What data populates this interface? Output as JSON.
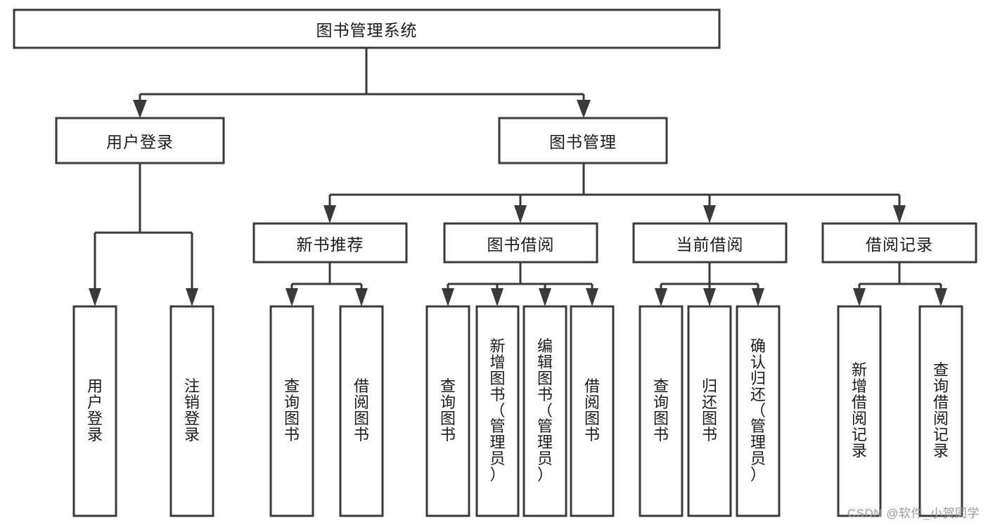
{
  "diagram": {
    "title": "图书管理系统",
    "type": "hierarchy-tree",
    "root": {
      "id": "root",
      "label": "图书管理系统",
      "orientation": "horizontal"
    },
    "level2": [
      {
        "id": "user-login",
        "label": "用户登录",
        "orientation": "horizontal"
      },
      {
        "id": "book-management",
        "label": "图书管理",
        "orientation": "horizontal"
      }
    ],
    "level3": [
      {
        "id": "new-book-recommend",
        "label": "新书推荐",
        "orientation": "horizontal",
        "parent": "book-management"
      },
      {
        "id": "book-borrow",
        "label": "图书借阅",
        "orientation": "horizontal",
        "parent": "book-management"
      },
      {
        "id": "current-borrow",
        "label": "当前借阅",
        "orientation": "horizontal",
        "parent": "book-management"
      },
      {
        "id": "borrow-record",
        "label": "借阅记录",
        "orientation": "horizontal",
        "parent": "book-management"
      }
    ],
    "leaves": [
      {
        "id": "leaf-user-login",
        "label": "用户登录",
        "parent": "user-login",
        "orientation": "vertical"
      },
      {
        "id": "leaf-logout",
        "label": "注销登录",
        "parent": "user-login",
        "orientation": "vertical"
      },
      {
        "id": "leaf-query-book-1",
        "label": "查询图书",
        "parent": "new-book-recommend",
        "orientation": "vertical"
      },
      {
        "id": "leaf-borrow-book-1",
        "label": "借阅图书",
        "parent": "new-book-recommend",
        "orientation": "vertical"
      },
      {
        "id": "leaf-query-book-2",
        "label": "查询图书",
        "parent": "book-borrow",
        "orientation": "vertical"
      },
      {
        "id": "leaf-add-book",
        "label": "新增图书（管理员）",
        "parent": "book-borrow",
        "orientation": "vertical"
      },
      {
        "id": "leaf-edit-book",
        "label": "编辑图书（管理员）",
        "parent": "book-borrow",
        "orientation": "vertical"
      },
      {
        "id": "leaf-borrow-book-2",
        "label": "借阅图书",
        "parent": "book-borrow",
        "orientation": "vertical"
      },
      {
        "id": "leaf-query-book-3",
        "label": "查询图书",
        "parent": "current-borrow",
        "orientation": "vertical"
      },
      {
        "id": "leaf-return-book",
        "label": "归还图书",
        "parent": "current-borrow",
        "orientation": "vertical"
      },
      {
        "id": "leaf-confirm-return",
        "label": "确认归还（管理员）",
        "parent": "current-borrow",
        "orientation": "vertical"
      },
      {
        "id": "leaf-add-record",
        "label": "新增借阅记录",
        "parent": "borrow-record",
        "orientation": "vertical"
      },
      {
        "id": "leaf-query-record",
        "label": "查询借阅记录",
        "parent": "borrow-record",
        "orientation": "vertical"
      }
    ],
    "colors": {
      "box_stroke": "#3a3a3a",
      "box_fill": "#ffffff",
      "connector": "#3a3a3a",
      "text": "#1b1b1b",
      "background": "#ffffff",
      "watermark": "#9b9b9b"
    }
  },
  "watermark": {
    "text": "CSDN @软件_小贺同学"
  }
}
